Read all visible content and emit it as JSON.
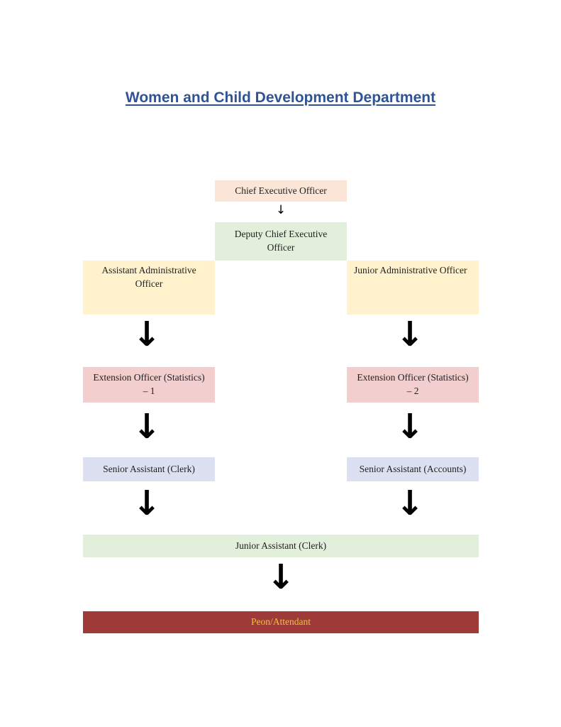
{
  "page": {
    "title": "Women and Child Development Department",
    "title_color": "#2F5496",
    "background": "#FFFFFF"
  },
  "glyphs": {
    "down_arrow": "↓"
  },
  "nodes": {
    "ceo": {
      "label": "Chief Executive Officer",
      "bg": "#FBE5D6",
      "fg": "#1F1F1F"
    },
    "deputy_ceo": {
      "label": "Deputy Chief Executive Officer",
      "bg": "#E2EFDA",
      "fg": "#1F1F1F"
    },
    "assistant_admin_officer": {
      "label": "Assistant Administrative Officer",
      "bg": "#FFF2CC",
      "fg": "#1F1F1F"
    },
    "junior_admin_officer": {
      "label": "Junior Administrative Officer",
      "bg": "#FFF2CC",
      "fg": "#1F1F1F"
    },
    "extension_officer_1": {
      "label": "Extension Officer (Statistics) – 1",
      "bg": "#F2CECE",
      "fg": "#1F1F1F"
    },
    "extension_officer_2": {
      "label": "Extension Officer (Statistics) – 2",
      "bg": "#F2CECE",
      "fg": "#1F1F1F"
    },
    "senior_assistant_clerk": {
      "label": "Senior Assistant (Clerk)",
      "bg": "#DCE0F1",
      "fg": "#1F1F1F"
    },
    "senior_assistant_accounts": {
      "label": "Senior Assistant (Accounts)",
      "bg": "#DCE0F1",
      "fg": "#1F1F1F"
    },
    "junior_assistant_clerk": {
      "label": "Junior Assistant (Clerk)",
      "bg": "#E2EFDA",
      "fg": "#1F1F1F"
    },
    "peon_attendant": {
      "label": "Peon/Attendant",
      "bg": "#9E3B39",
      "fg": "#EFC13E"
    }
  },
  "hierarchy_edges": [
    {
      "from": "ceo",
      "to": "deputy_ceo"
    },
    {
      "from": "deputy_ceo",
      "to": "assistant_admin_officer"
    },
    {
      "from": "deputy_ceo",
      "to": "junior_admin_officer"
    },
    {
      "from": "assistant_admin_officer",
      "to": "extension_officer_1"
    },
    {
      "from": "junior_admin_officer",
      "to": "extension_officer_2"
    },
    {
      "from": "extension_officer_1",
      "to": "senior_assistant_clerk"
    },
    {
      "from": "extension_officer_2",
      "to": "senior_assistant_accounts"
    },
    {
      "from": "senior_assistant_clerk",
      "to": "junior_assistant_clerk"
    },
    {
      "from": "senior_assistant_accounts",
      "to": "junior_assistant_clerk"
    },
    {
      "from": "junior_assistant_clerk",
      "to": "peon_attendant"
    }
  ]
}
